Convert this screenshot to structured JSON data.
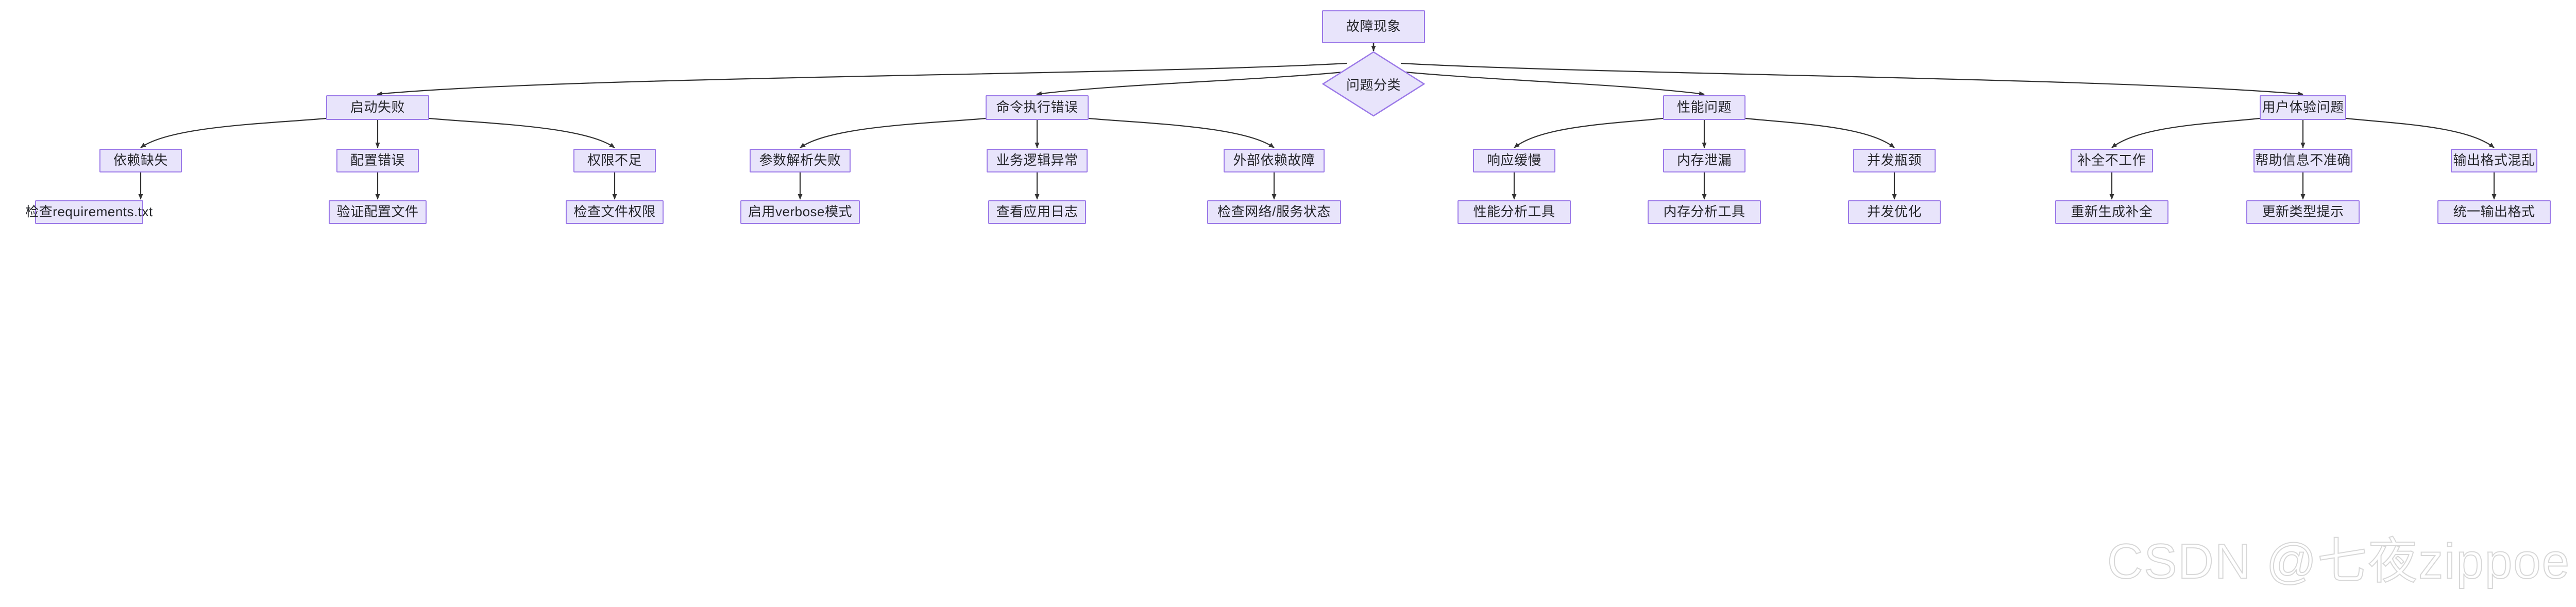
{
  "diagram": {
    "title_node": {
      "label": "故障现象"
    },
    "decision_node": {
      "label": "问题分类"
    },
    "categories": [
      {
        "label": "启动失败",
        "children": [
          {
            "label": "依赖缺失",
            "action": "检查requirements.txt"
          },
          {
            "label": "配置错误",
            "action": "验证配置文件"
          },
          {
            "label": "权限不足",
            "action": "检查文件权限"
          }
        ]
      },
      {
        "label": "命令执行错误",
        "children": [
          {
            "label": "参数解析失败",
            "action": "启用verbose模式"
          },
          {
            "label": "业务逻辑异常",
            "action": "查看应用日志"
          },
          {
            "label": "外部依赖故障",
            "action": "检查网络/服务状态"
          }
        ]
      },
      {
        "label": "性能问题",
        "children": [
          {
            "label": "响应缓慢",
            "action": "性能分析工具"
          },
          {
            "label": "内存泄漏",
            "action": "内存分析工具"
          },
          {
            "label": "并发瓶颈",
            "action": "并发优化"
          }
        ]
      },
      {
        "label": "用户体验问题",
        "children": [
          {
            "label": "补全不工作",
            "action": "重新生成补全"
          },
          {
            "label": "帮助信息不准确",
            "action": "更新类型提示"
          },
          {
            "label": "输出格式混乱",
            "action": "统一输出格式"
          }
        ]
      }
    ],
    "watermark": {
      "text": "CSDN @七夜zippoe"
    },
    "colors": {
      "node_fill": "#e8e4fb",
      "node_border": "#9b79e8",
      "edge": "#333333",
      "text": "#24252a",
      "background": "#ffffff"
    }
  }
}
